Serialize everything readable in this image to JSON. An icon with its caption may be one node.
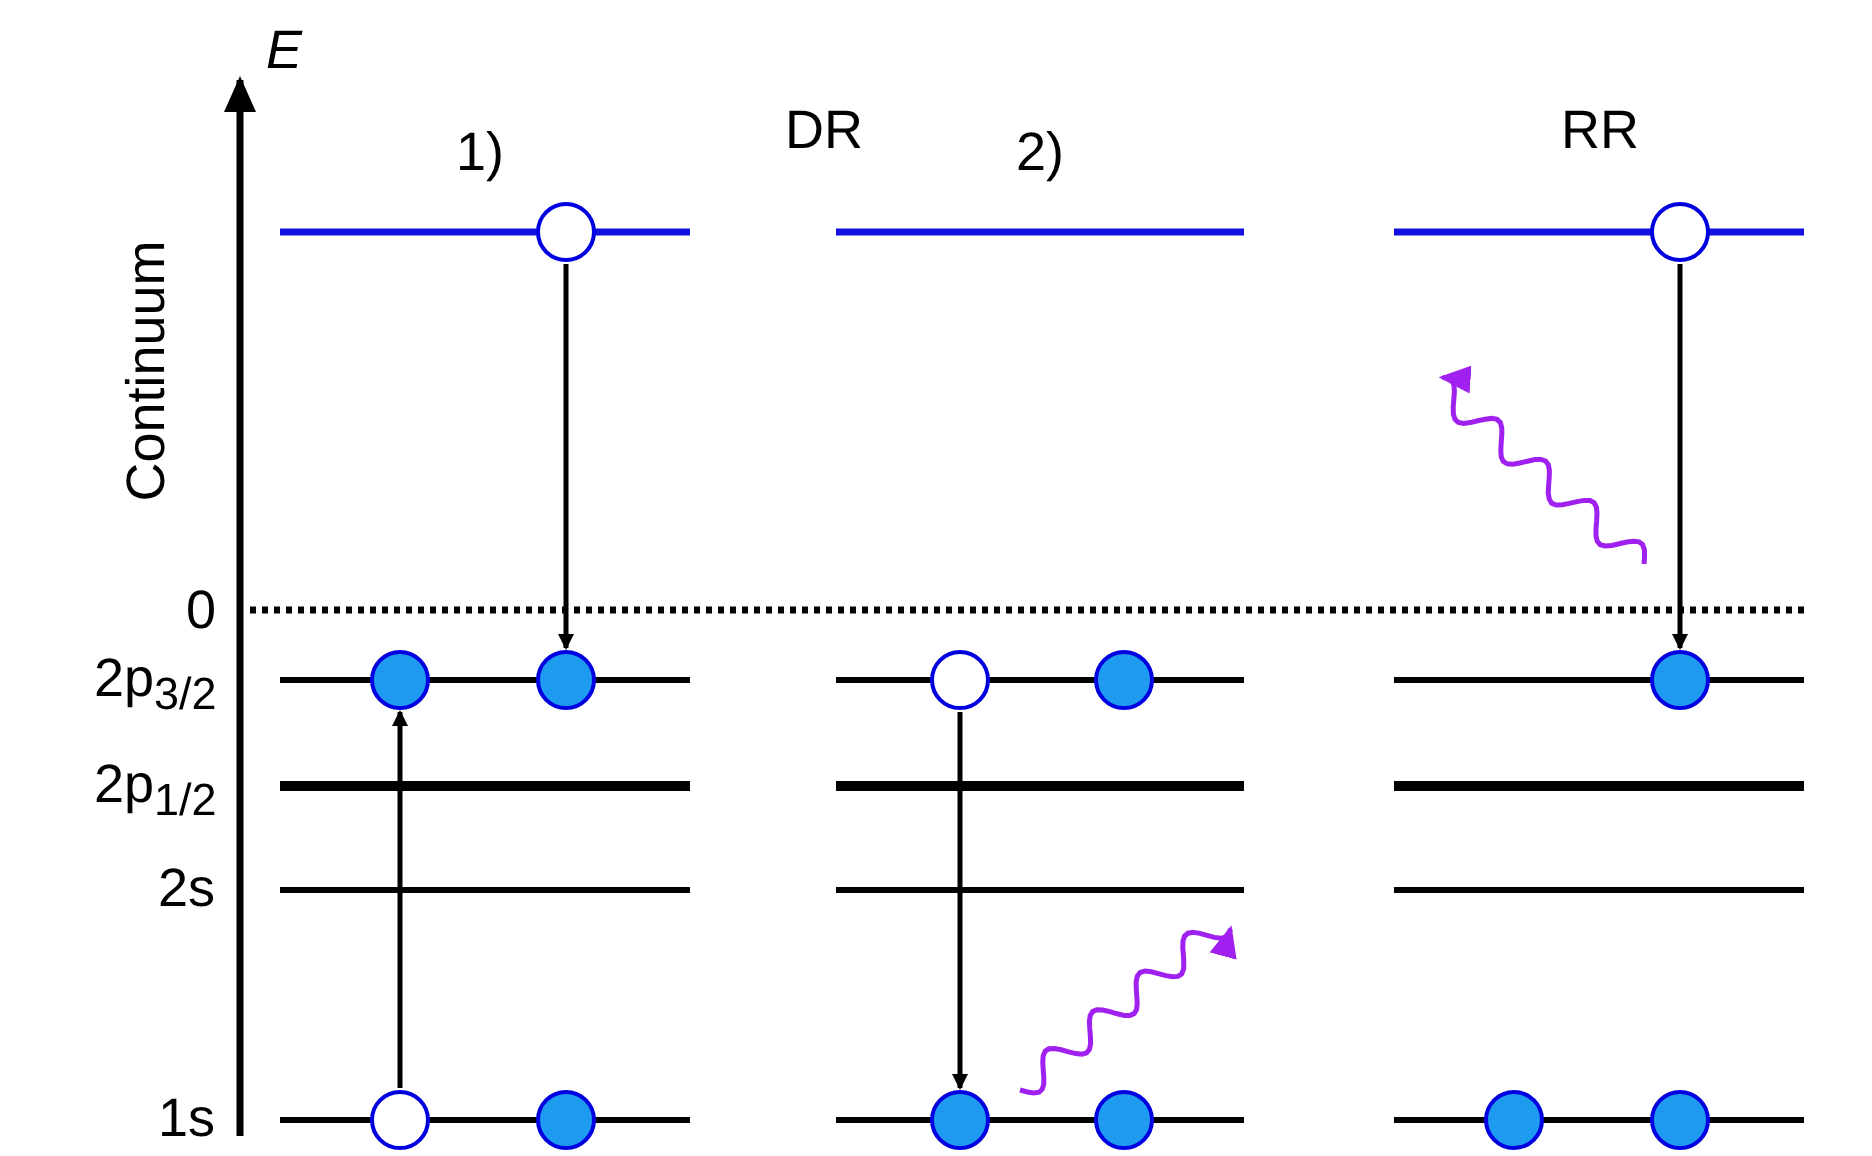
{
  "diagram": {
    "nodes": [
      {
        "text": [],
        "shape": "circle"
      },
      {
        "text": [],
        "shape": "circle"
      },
      {
        "text": [],
        "shape": "circle"
      },
      {
        "text": [],
        "shape": "circle"
      },
      {
        "text": [],
        "shape": "circle"
      },
      {
        "text": [],
        "shape": "circle"
      },
      {
        "text": [],
        "shape": "circle"
      },
      {
        "text": [],
        "shape": "circle"
      },
      {
        "text": [],
        "shape": "circle"
      },
      {
        "text": [],
        "shape": "circle"
      },
      {
        "text": [],
        "shape": "circle"
      },
      {
        "text": [],
        "shape": "circle"
      },
      {
        "text": [],
        "shape": "circle"
      }
    ],
    "edges": [
      {
        "from": 7,
        "to": 2,
        "arrow": "to"
      },
      {
        "from": 0,
        "to": 3,
        "arrow": "to"
      },
      {
        "from": 4,
        "to": 9,
        "arrow": "to"
      },
      {
        "from": 1,
        "to": 6,
        "arrow": "to"
      }
    ],
    "labels": [
      "*E*",
      "DR",
      "RR",
      "1)",
      "2)",
      "Continuum",
      "0",
      "2p$_{3/2}$",
      "2p$_{1/2}$",
      "2s",
      "1s"
    ]
  }
}
